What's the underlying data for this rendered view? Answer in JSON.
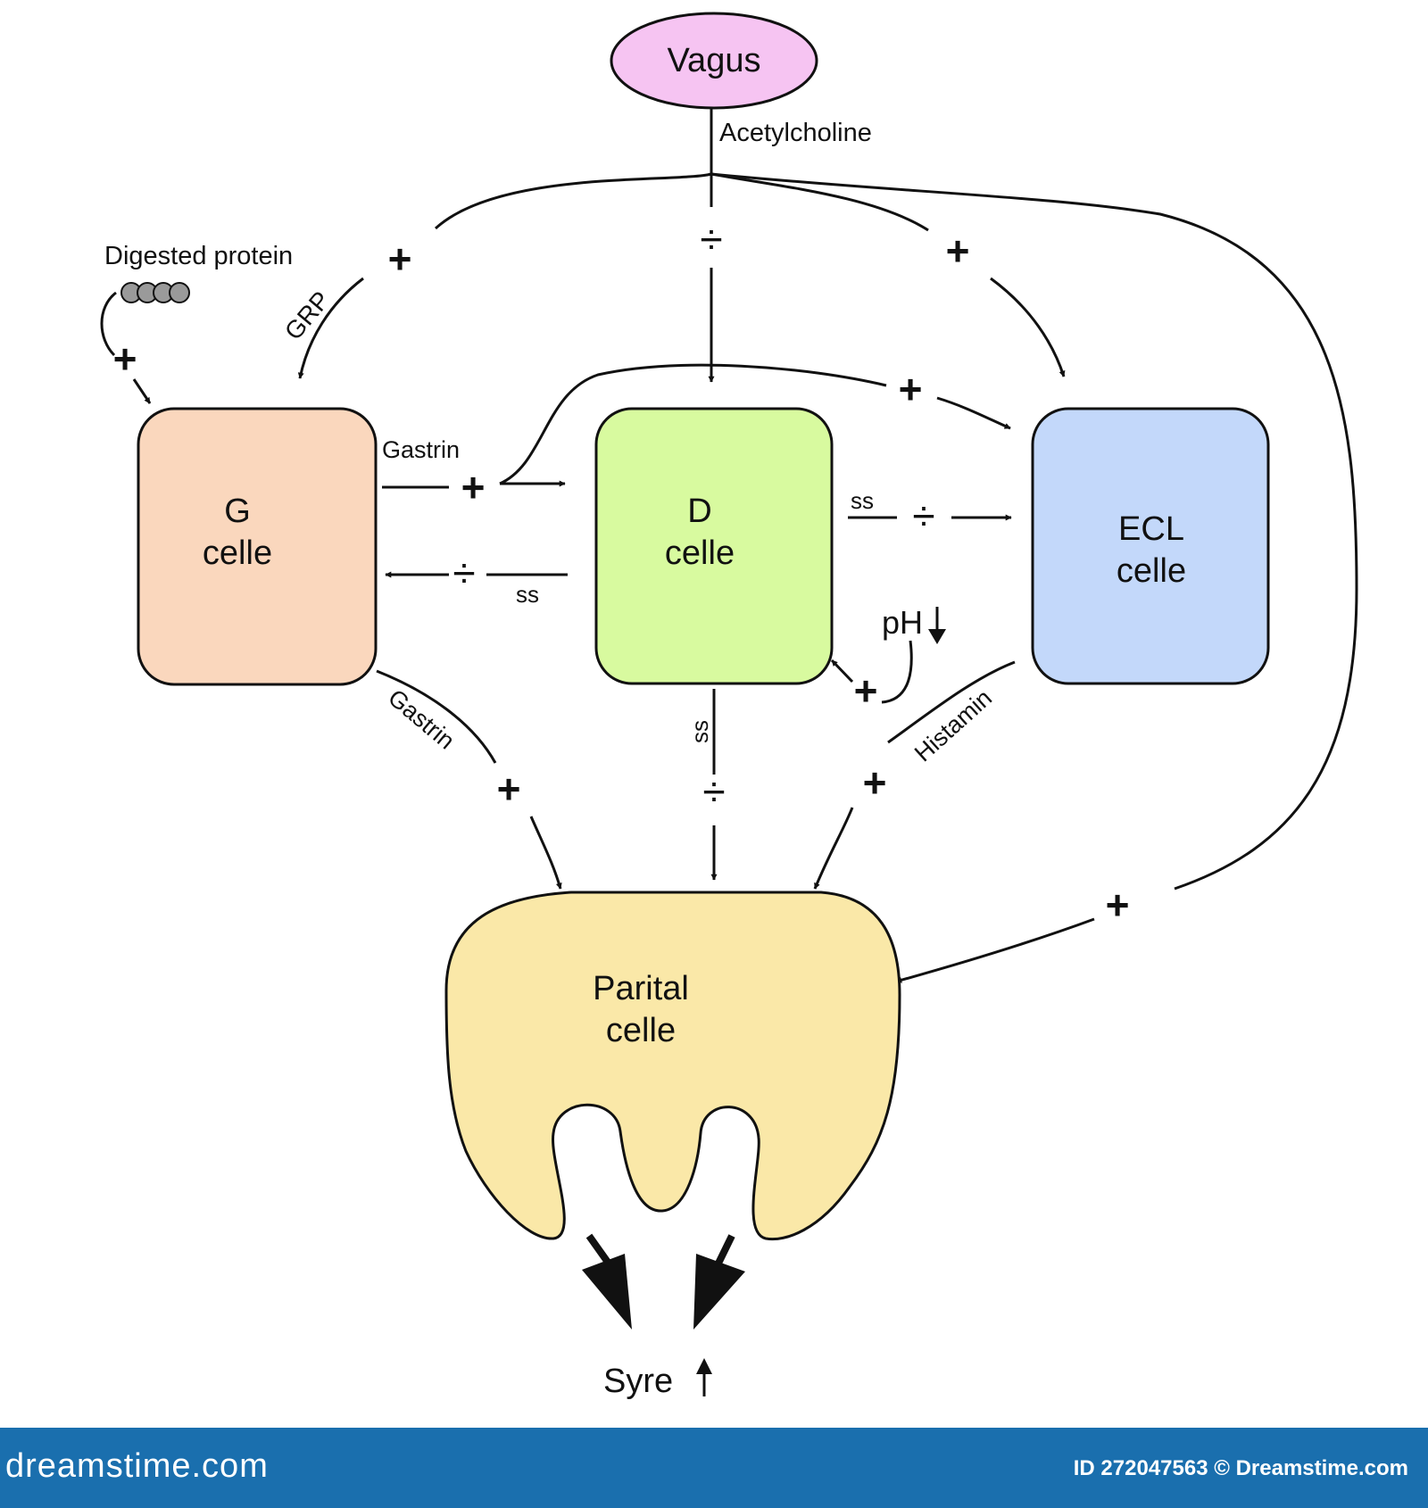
{
  "nodes": {
    "vagus": {
      "label": "Vagus",
      "fill": "#f6c4f2"
    },
    "g_cell": {
      "line1": "G",
      "line2": "celle",
      "fill": "#fad7bd"
    },
    "d_cell": {
      "line1": "D",
      "line2": "celle",
      "fill": "#d8fa9f"
    },
    "ecl_cell": {
      "line1": "ECL",
      "line2": "celle",
      "fill": "#c3d8fa"
    },
    "parietal_cell": {
      "line1": "Parital",
      "line2": "celle",
      "fill": "#fae8a8"
    }
  },
  "labels": {
    "acetylcholine": "Acetylcholine",
    "digested_protein": "Digested protein",
    "grp": "GRP",
    "gastrin_top": "Gastrin",
    "gastrin_bottom": "Gastrin",
    "histamin": "Histamin",
    "ss_d_to_ecl": "ss",
    "ss_d_to_g": "ss",
    "ss_d_to_parietal": "ss",
    "ph": "pH",
    "syre": "Syre"
  },
  "signs": {
    "plus": "+",
    "minus": "÷"
  },
  "footer": {
    "site": "dreamstime.com",
    "image_id": "ID 272047563 © Dreamstime.com",
    "bar_color": "#1a6fae"
  }
}
